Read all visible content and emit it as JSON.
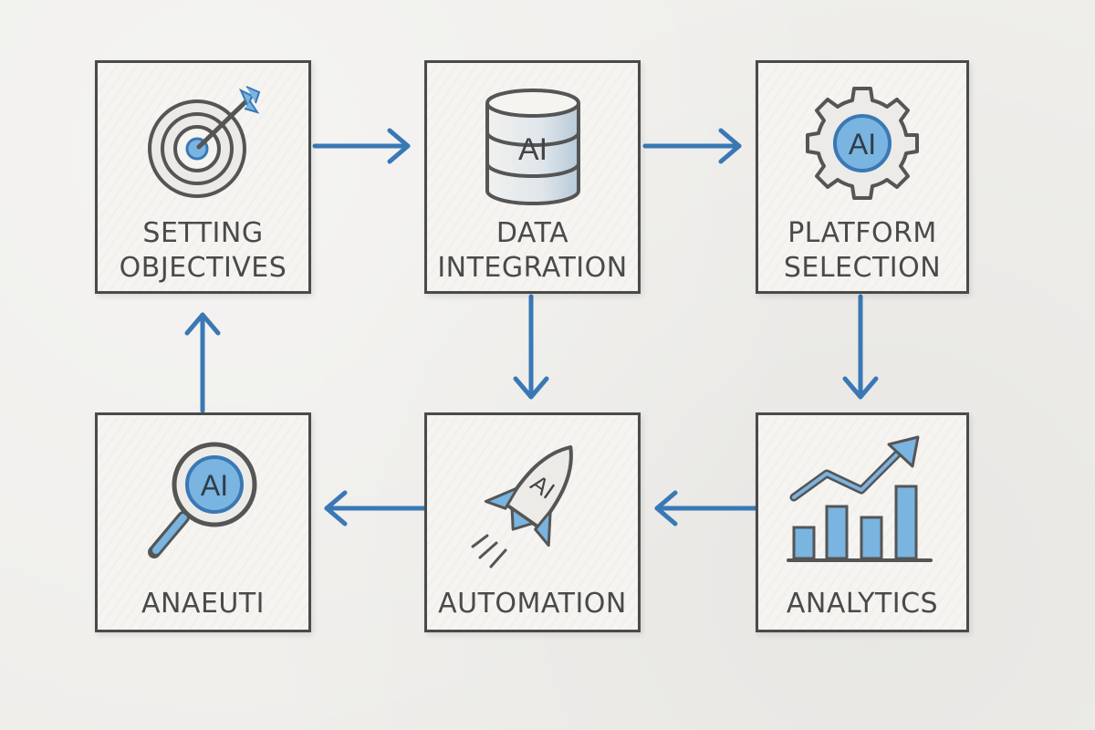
{
  "colors": {
    "accent": "#3a78b5",
    "accent_fill": "#7ab4e0",
    "ink": "#4a4a4a",
    "paper": "#efeeeb"
  },
  "nodes": [
    {
      "id": "setting-objectives",
      "label": "SETTING\nOBJECTIVES",
      "icon": "target-icon"
    },
    {
      "id": "data-integration",
      "label": "DATA\nINTEGRATION",
      "icon": "database-icon",
      "icon_text": "AI"
    },
    {
      "id": "platform-selection",
      "label": "PLATFORM\nSELECTION",
      "icon": "gear-icon",
      "icon_text": "AI"
    },
    {
      "id": "anaeuti",
      "label": "ANAEUTI",
      "icon": "magnifier-icon",
      "icon_text": "AI"
    },
    {
      "id": "automation",
      "label": "AUTOMATION",
      "icon": "rocket-icon",
      "icon_text": "AI"
    },
    {
      "id": "analytics",
      "label": "ANALYTICS",
      "icon": "chart-icon"
    }
  ],
  "edges": [
    {
      "from": "setting-objectives",
      "to": "data-integration"
    },
    {
      "from": "data-integration",
      "to": "platform-selection"
    },
    {
      "from": "data-integration",
      "to": "automation"
    },
    {
      "from": "platform-selection",
      "to": "analytics"
    },
    {
      "from": "analytics",
      "to": "automation"
    },
    {
      "from": "automation",
      "to": "anaeuti"
    },
    {
      "from": "anaeuti",
      "to": "setting-objectives"
    }
  ]
}
